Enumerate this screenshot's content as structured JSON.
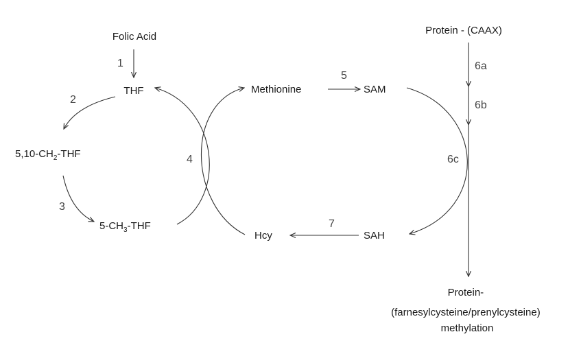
{
  "nodes": {
    "folic_acid": "Folic Acid",
    "thf": "THF",
    "methylene_thf": {
      "prefix": "5,10-CH",
      "sub": "2",
      "suffix": "-THF"
    },
    "methyl_thf": {
      "prefix": "5-CH",
      "sub": "3",
      "suffix": "-THF"
    },
    "methionine": "Methionine",
    "sam": "SAM",
    "sah": "SAH",
    "hcy": "Hcy",
    "protein_caax": "Protein - (CAAX)",
    "protein_methylation": [
      "Protein-",
      "(farnesylcysteine/prenylcysteine)",
      "methylation"
    ]
  },
  "steps": {
    "s1": "1",
    "s2": "2",
    "s3": "3",
    "s4": "4",
    "s5": "5",
    "s6a": "6a",
    "s6b": "6b",
    "s6c": "6c",
    "s7": "7"
  }
}
